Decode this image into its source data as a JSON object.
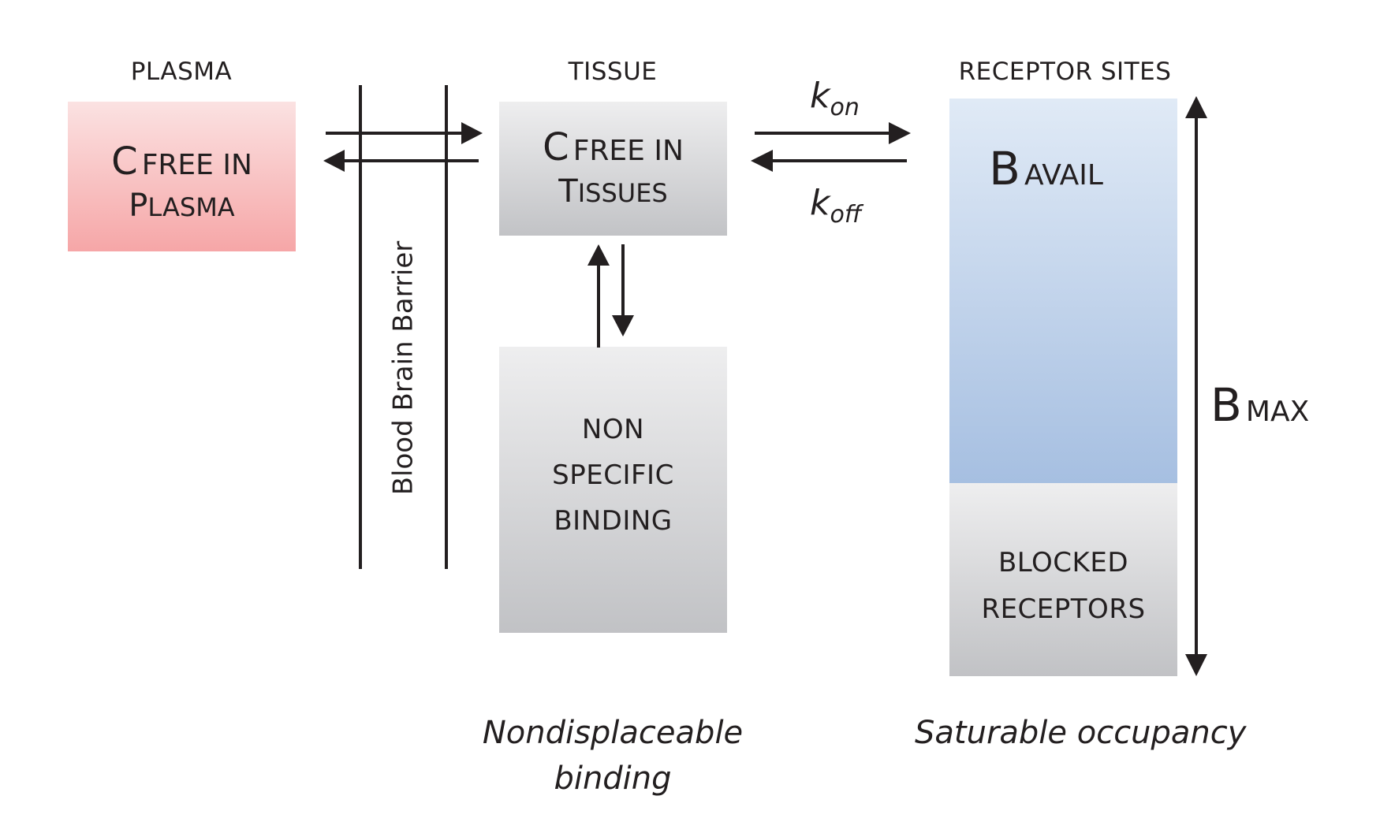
{
  "headers": {
    "plasma": "PLASMA",
    "tissue": "TISSUE",
    "receptor_sites": "RECEPTOR SITES"
  },
  "compartments": {
    "plasma": {
      "line1_big": "C",
      "line1_small": "FREE IN",
      "line2_big": "P",
      "line2_small": "LASMA",
      "color_top": "#fbe2e2",
      "color_bottom": "#f6a6a7"
    },
    "tissue": {
      "line1_big": "C",
      "line1_small": "FREE IN",
      "line2_big": "T",
      "line2_small": "ISSUES"
    },
    "nonspecific": {
      "lines": [
        "NON",
        "SPECIFIC",
        "BINDING"
      ]
    },
    "available": {
      "big": "B",
      "small": "AVAIL",
      "color_top": "#e0eaf6",
      "color_bottom": "#a6bfe1"
    },
    "blocked": {
      "lines": [
        "BLOCKED",
        "RECEPTORS"
      ]
    }
  },
  "barrier": {
    "label": "Blood Brain Barrier"
  },
  "rates": {
    "kon_base": "k",
    "kon_sub": "on",
    "koff_base": "k",
    "koff_sub": "off"
  },
  "bmax": {
    "big": "B",
    "small": "MAX"
  },
  "captions": {
    "nondisplaceable_line1": "Nondisplaceable",
    "nondisplaceable_line2": "binding",
    "saturable": "Saturable occupancy"
  }
}
